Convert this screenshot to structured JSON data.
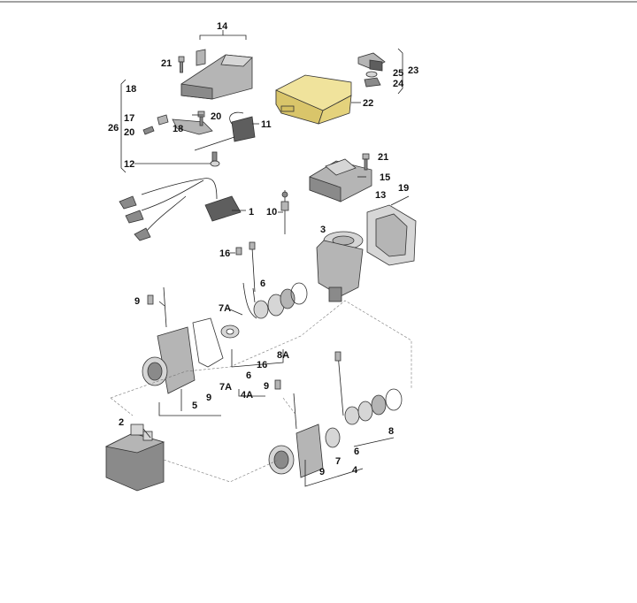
{
  "labels": {
    "l14": "14",
    "l21a": "21",
    "l18a": "18",
    "l17": "17",
    "l20a": "20",
    "l26": "26",
    "l20b": "20",
    "l18b": "18",
    "l11": "11",
    "l12": "12",
    "l1": "1",
    "l25": "25",
    "l23": "23",
    "l24": "24",
    "l22": "22",
    "l21b": "21",
    "l15": "15",
    "l13": "13",
    "l19": "19",
    "l10": "10",
    "l3": "3",
    "l16a": "16",
    "l6a": "6",
    "l7Aa": "7A",
    "l9a": "9",
    "l8A": "8A",
    "l16b": "16",
    "l6b": "6",
    "l7Ab": "7A",
    "l4A": "4A",
    "l9b": "9",
    "l5": "5",
    "l9c": "9",
    "l2": "2",
    "l8": "8",
    "l6c": "6",
    "l7": "7",
    "l9d": "9",
    "l4": "4"
  },
  "colors": {
    "highlight": "#e8d88a",
    "part_dark": "#5e5e5e",
    "part_mid": "#8a8a8a",
    "part_light": "#b5b5b5"
  }
}
